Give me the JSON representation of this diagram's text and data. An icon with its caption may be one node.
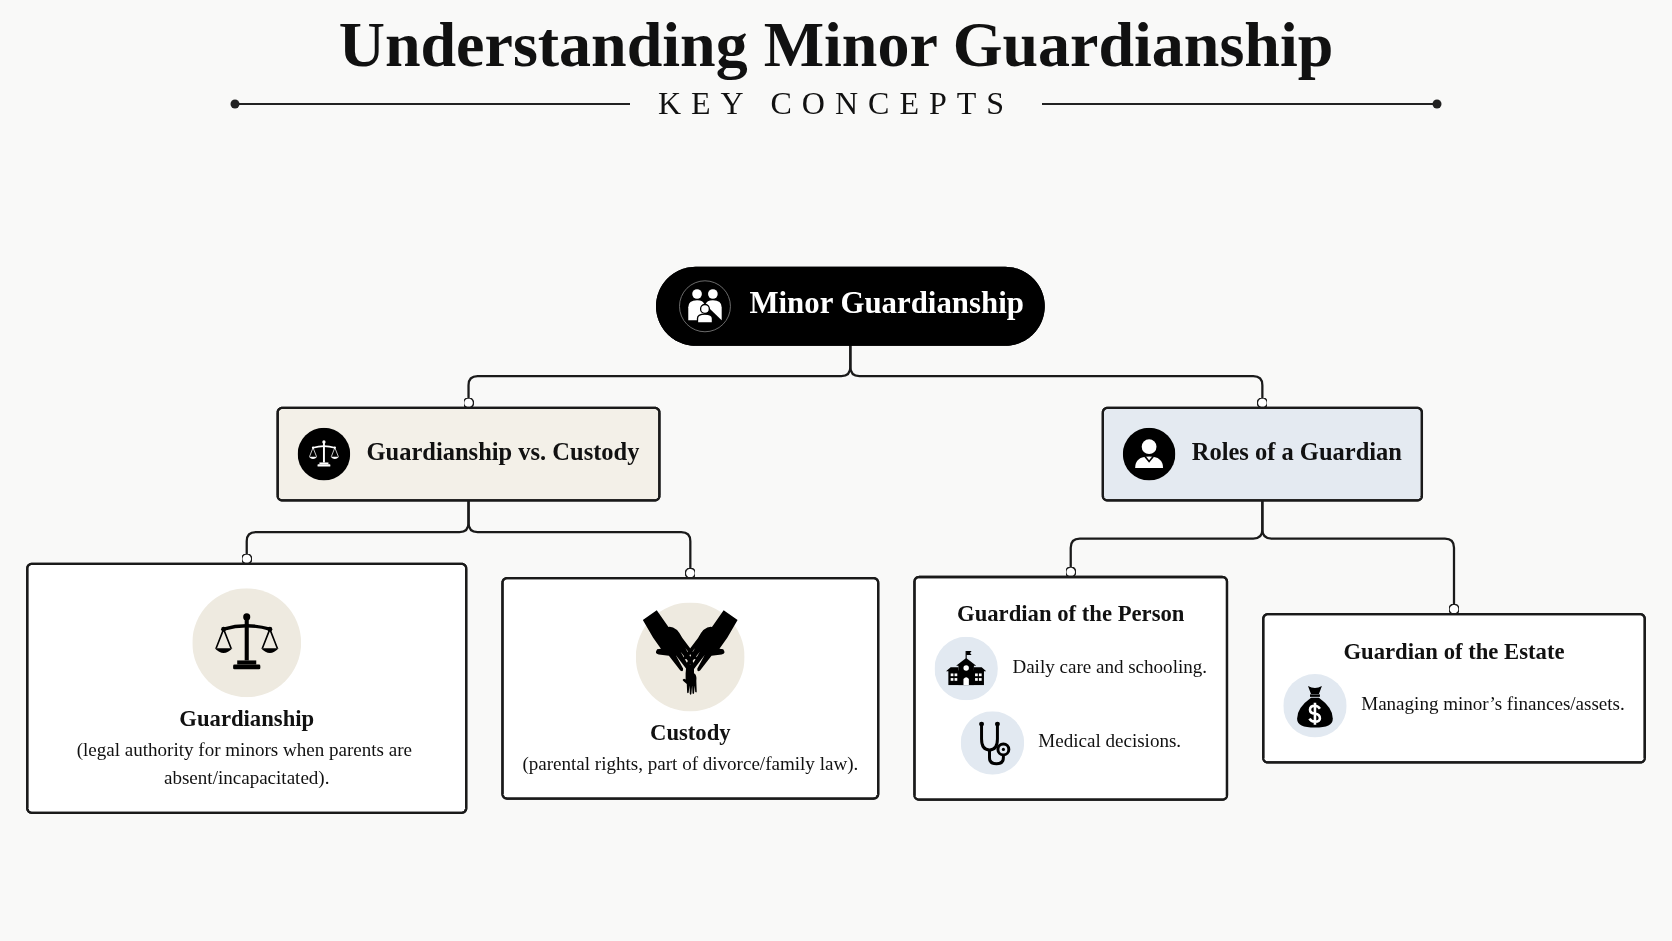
{
  "diagram": {
    "title": "Understanding Minor Guardianship",
    "nodes": [
      {
        "text": [
          "Minor Guardianship"
        ]
      },
      {
        "text": [
          "Guardianship vs. Custody"
        ]
      },
      {
        "text": [
          "Roles of a Guardian"
        ]
      },
      {
        "text": [
          "Guardianship",
          "(legal authority for minors when parents are absent/incapacitated)."
        ]
      },
      {
        "text": [
          "Custody",
          "(parental rights, part of divorce/family law)."
        ]
      },
      {
        "text": [
          "Guardian of the Person",
          "Daily care and schooling.",
          "Medical decisions."
        ]
      },
      {
        "text": [
          "Guardian of the Estate",
          "Managing minor’s finances/assets."
        ]
      }
    ],
    "edges": [
      {
        "from": 0,
        "to": 1,
        "arrow": "other"
      },
      {
        "from": 0,
        "to": 2,
        "arrow": "other"
      },
      {
        "from": 1,
        "to": 3,
        "arrow": "other"
      },
      {
        "from": 1,
        "to": 4,
        "arrow": "other"
      },
      {
        "from": 2,
        "to": 5,
        "arrow": "other"
      },
      {
        "from": 2,
        "to": 6,
        "arrow": "other"
      }
    ],
    "labels": [
      "KEY CONCEPTS"
    ]
  }
}
